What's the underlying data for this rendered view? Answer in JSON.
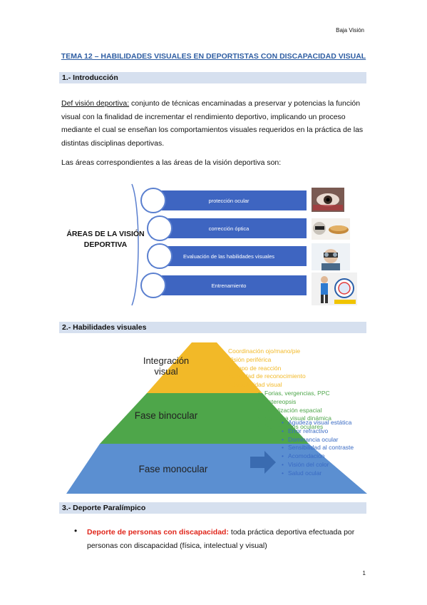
{
  "header": {
    "right_text": "Baja Visión"
  },
  "title": "TEMA 12 – HABILIDADES VISUALES EN DEPORTISTAS CON DISCAPACIDAD VISUAL",
  "section1": {
    "heading": "1.- Introducción",
    "def_label": "Def visión deportiva:",
    "def_text": " conjunto de técnicas encaminadas a preservar y potencias la función visual con la finalidad de incrementar el rendimiento deportivo, implicando un proceso mediante el cual se enseñan los comportamientos visuales requeridos en la práctica de las distintas disciplinas deportivas.",
    "areas_intro": "Las áreas correspondientes a las áreas de la visión deportiva son:"
  },
  "areas_diagram": {
    "title": "ÁREAS DE LA VISIÓN DEPORTIVA",
    "items": [
      "protección ocular",
      "corrección óptica",
      "Evaluación de las habilidades visuales",
      "Entrenamiento"
    ],
    "accent": "#3e65c1"
  },
  "section2": {
    "heading": "2.- Habilidades visuales"
  },
  "pyramid": {
    "tiers": [
      {
        "label": "Integración visual",
        "color": "#f2b928"
      },
      {
        "label": "Fase binocular",
        "color": "#4ea64a"
      },
      {
        "label": "Fase monocular",
        "color": "#5b8fd1"
      }
    ],
    "top_list": [
      "Coordinación ojo/mano/pie",
      "Visión periférica",
      "Tiempo de reacción",
      "Velocidad de reconocimiento",
      "Adaptabilidad visual"
    ],
    "mid_list": [
      "Forias, vergencias, PPC",
      "Estereopsis",
      "Localización espacial",
      "Agudeza visual dinámica",
      "Movimientos oculares"
    ],
    "low_list": [
      "Agudeza visual estática",
      "Error refractivo",
      "Dominancia ocular",
      "Sensibilidad al contraste",
      "Acomodación",
      "Visión del color",
      "Salud ocular"
    ]
  },
  "section3": {
    "heading": "3.- Deporte Paralímpico",
    "bullet_label": "Deporte de personas con discapacidad:",
    "bullet_text": " toda práctica deportiva efectuada por personas con discapacidad (física, intelectual y visual)"
  },
  "footer": {
    "page_number": "1"
  }
}
